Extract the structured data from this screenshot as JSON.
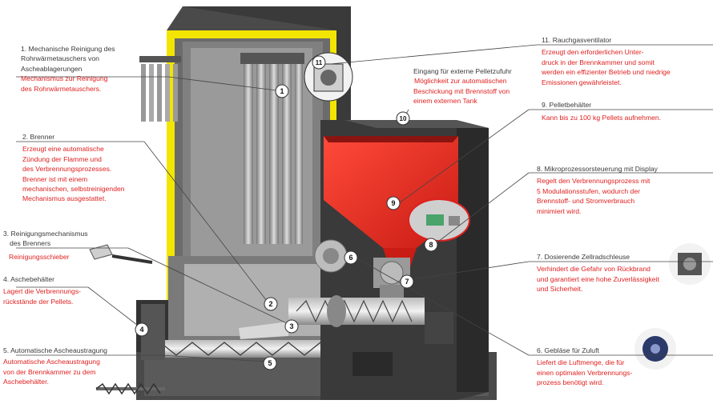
{
  "colors": {
    "accent_red": "#e02020",
    "frame_yellow": "#f2e500",
    "hopper_red": "#e8312a",
    "steel": "#3c3c3c"
  },
  "callouts": {
    "c1": {
      "num": "1",
      "title": [
        "1. Mechanische Reinigung des",
        "Rohrwärmetauschers von",
        "Ascheablagerungen"
      ],
      "desc": [
        "Mechanismus zur Reinigung",
        "des Rohrwärmetauschers."
      ]
    },
    "c2": {
      "num": "2",
      "title": [
        "2. Brenner"
      ],
      "desc": [
        "Erzeugt eine automatische",
        "Zündung der Flamme und",
        "des Verbrennungsprozesses.",
        "Brenner ist mit einem",
        "mechanischen, selbstreinigenden",
        "Mechanismus ausgestattet."
      ]
    },
    "c3": {
      "num": "3",
      "title": [
        "3. Reinigungsmechanismus",
        "des Brenners"
      ],
      "desc": [
        "Reinigungsschieber"
      ]
    },
    "c4": {
      "num": "4",
      "title": [
        "4. Aschebehälter"
      ],
      "desc": [
        "Lagert die Verbrennungs-",
        "rückstände der Pellets."
      ]
    },
    "c5": {
      "num": "5",
      "title": [
        "5. Automatische Ascheaustragung"
      ],
      "desc": [
        "Automatische Ascheaustragung",
        "von der Brennkammer zu dem",
        "Aschebehälter."
      ]
    },
    "c6": {
      "num": "6",
      "title": [
        "6. Gebläse für Zuluft"
      ],
      "desc": [
        "Liefert die Luftmenge, die für",
        "einen optimalen Verbrennungs-",
        "prozess benötigt wird."
      ]
    },
    "c7": {
      "num": "7",
      "title": [
        "7. Dosierende Zellradschleuse"
      ],
      "desc": [
        "Verhindert die Gefahr von Rückbrand",
        "und garantiert eine hohe Zuverlässigkeit",
        "und Sicherheit."
      ]
    },
    "c8": {
      "num": "8",
      "title": [
        "8. Mikroprozessorsteuerung mit Display"
      ],
      "desc": [
        "Regelt den Verbrennungsprozess mit",
        "5 Modulationsstufen, wodurch der",
        "Brennstoff- und Stromverbrauch",
        "minimiert wird."
      ]
    },
    "c9": {
      "num": "9",
      "title": [
        "9. Pelletbehälter"
      ],
      "desc": [
        "Kann bis zu 100 kg Pellets aufnehmen."
      ]
    },
    "c10": {
      "num": "10",
      "title": [
        "Eingang für externe Pelletzufuhr"
      ],
      "desc": [
        "Möglichkeit zur automatischen",
        "Beschickung mit Brennstoff von",
        "einem externen Tank"
      ]
    },
    "c11": {
      "num": "11",
      "title": [
        "11. Rauchgasventilator"
      ],
      "desc": [
        "Erzeugt den erforderlichen Unter-",
        "druck in der Brennkammer und somit",
        "werden ein effizienter Betrieb und niedrige",
        "Emissionen gewährleistet."
      ]
    }
  }
}
